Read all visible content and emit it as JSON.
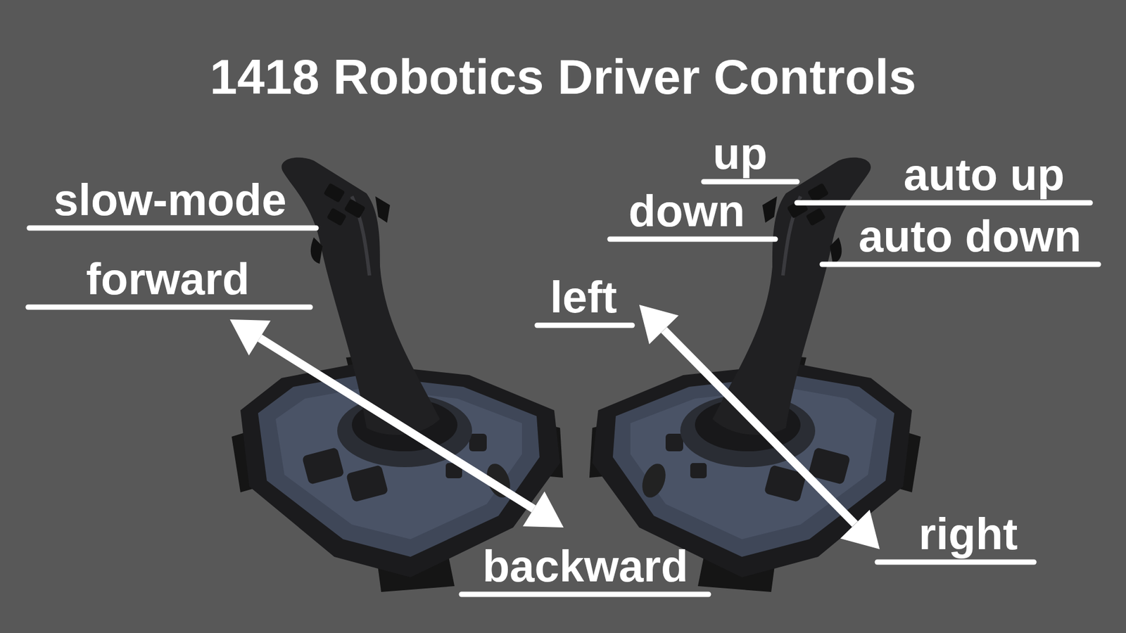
{
  "diagram": {
    "title": "1418 Robotics Driver Controls",
    "labels": [
      "up",
      "auto up",
      "slow-mode",
      "down",
      "auto down",
      "forward",
      "left",
      "right",
      "backward"
    ]
  }
}
